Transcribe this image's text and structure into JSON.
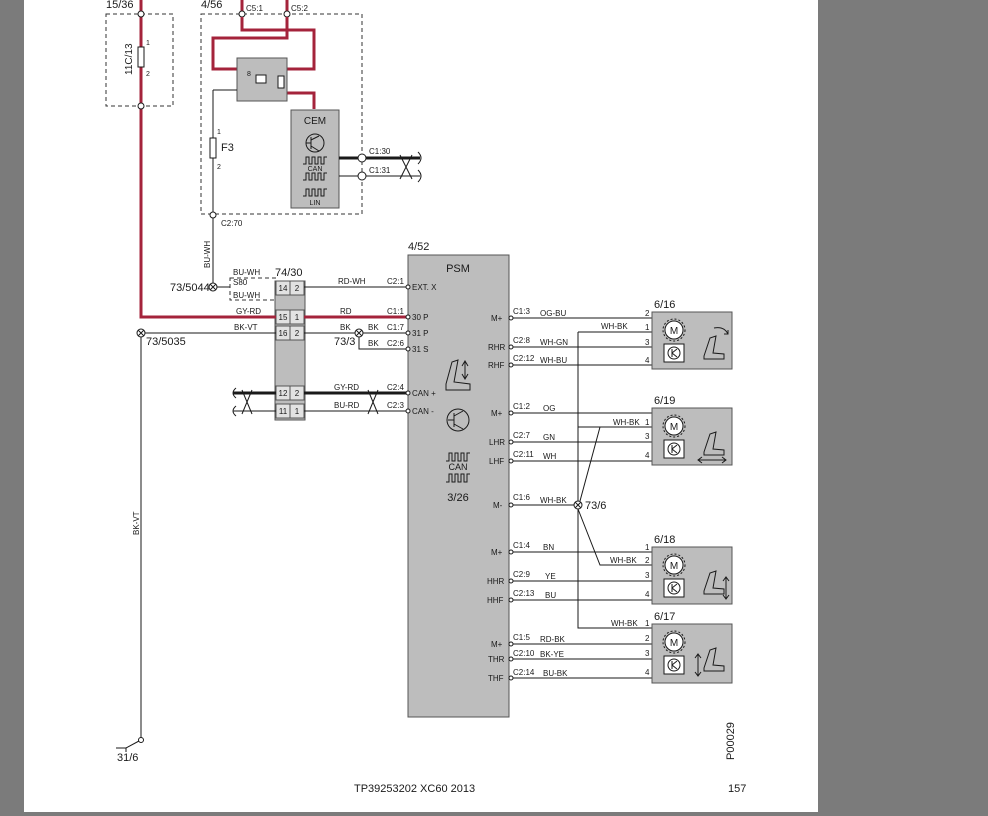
{
  "footer": {
    "doc_id": "TP39253202 XC60 2013",
    "page_number": "157",
    "figure_code": "P00029"
  },
  "refs": {
    "r15_36": "15/36",
    "r4_56": "4/56",
    "r4_52": "4/52",
    "r74_30": "74/30",
    "r73_5044": "73/5044",
    "r73_5035": "73/5035",
    "r73_3": "73/3",
    "r73_6": "73/6",
    "r31_6": "31/6",
    "r3_26": "3/26",
    "m6_16": "6/16",
    "m6_19": "6/19",
    "m6_18": "6/18",
    "m6_17": "6/17"
  },
  "fuses": {
    "f11c13": "11C/13",
    "f3": "F3",
    "p1": "1",
    "p2": "2"
  },
  "cem": {
    "title": "CEM",
    "can": "CAN",
    "lin": "LIN",
    "c5_1": "C5:1",
    "c5_2": "C5:2",
    "c1_30": "C1:30",
    "c1_31": "C1:31",
    "c2_70": "C2:70",
    "pin8": "8"
  },
  "psm": {
    "title": "PSM",
    "can": "CAN",
    "inputs": {
      "ext_x": "EXT. X",
      "p30": "30 P",
      "p31": "31 P",
      "s31": "31 S",
      "can_h": "CAN +",
      "can_l": "CAN -",
      "c2_1": "C2:1",
      "c1_1": "C1:1",
      "c1_7": "C1:7",
      "c2_6": "C2:6",
      "c2_4": "C2:4",
      "c2_3": "C2:3"
    },
    "outputs": {
      "mp1": "M+",
      "rhr": "RHR",
      "rhf": "RHF",
      "mp2": "M+",
      "lhr": "LHR",
      "lhf": "LHF",
      "mm": "M-",
      "mp3": "M+",
      "hhr": "HHR",
      "hhf": "HHF",
      "mp4": "M+",
      "thr": "THR",
      "thf": "THF",
      "c1_3": "C1:3",
      "c2_8": "C2:8",
      "c2_12": "C2:12",
      "c1_2": "C1:2",
      "c2_7": "C2:7",
      "c2_11": "C2:11",
      "c1_6": "C1:6",
      "c1_4": "C1:4",
      "c2_9": "C2:9",
      "c2_13": "C2:13",
      "c1_5": "C1:5",
      "c2_10": "C2:10",
      "c2_14": "C2:14"
    }
  },
  "connector": {
    "s80": "S80",
    "p14": "14",
    "p2a": "2",
    "p15": "15",
    "p1a": "1",
    "p16": "16",
    "p2b": "2",
    "p12": "12",
    "p2c": "2",
    "p11": "11",
    "p1b": "1"
  },
  "wires": {
    "bu_wh_v": "BU-WH",
    "bu_wh_a": "BU-WH",
    "bu_wh_b": "BU-WH",
    "rd_wh": "RD-WH",
    "gy_rd": "GY-RD",
    "rd": "RD",
    "bk_vt": "BK-VT",
    "bk_a": "BK",
    "bk_b": "BK",
    "bk_c": "BK",
    "gy_rd_2": "GY-RD",
    "bu_rd": "BU-RD",
    "bk_vt_v": "BK-VT",
    "og_bu": "OG-BU",
    "wh_gn": "WH-GN",
    "wh_bu": "WH-BU",
    "wh_bk_1": "WH-BK",
    "og": "OG",
    "gn": "GN",
    "wh": "WH",
    "wh_bk_2": "WH-BK",
    "wh_bk_m": "WH-BK",
    "bn": "BN",
    "ye": "YE",
    "bu": "BU",
    "wh_bk_3": "WH-BK",
    "rd_bk": "RD-BK",
    "bk_ye": "BK-YE",
    "bu_bk": "BU-BK",
    "wh_bk_4": "WH-BK"
  },
  "motor_pins": {
    "n1": "1",
    "n2": "2",
    "n3": "3",
    "n4": "4"
  },
  "colors": {
    "power_wire": "#a4233b",
    "component_fill": "#bdbdbd"
  }
}
